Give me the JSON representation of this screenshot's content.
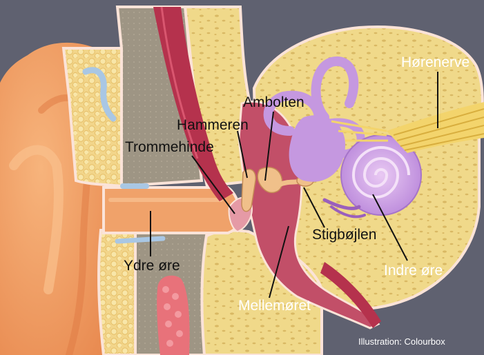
{
  "labels": {
    "horenerve": "Hørenerve",
    "ambolten": "Ambolten",
    "hammeren": "Hammeren",
    "trommehinde": "Trommehinde",
    "stigbojlen": "Stigbøjlen",
    "ydre_ore": "Ydre øre",
    "indre_ore": "Indre øre",
    "mellemoret": "Mellemøret"
  },
  "credit": "Illustration: Colourbox",
  "colors": {
    "background": "#5f6170",
    "skin": "#f4a66c",
    "bone": "#f2dc8c",
    "canal": "#9b9384",
    "vessel": "#b5324d",
    "cavity": "#c24f68",
    "labyrinth": "#c598e0",
    "nerve": "#f3d46c"
  }
}
